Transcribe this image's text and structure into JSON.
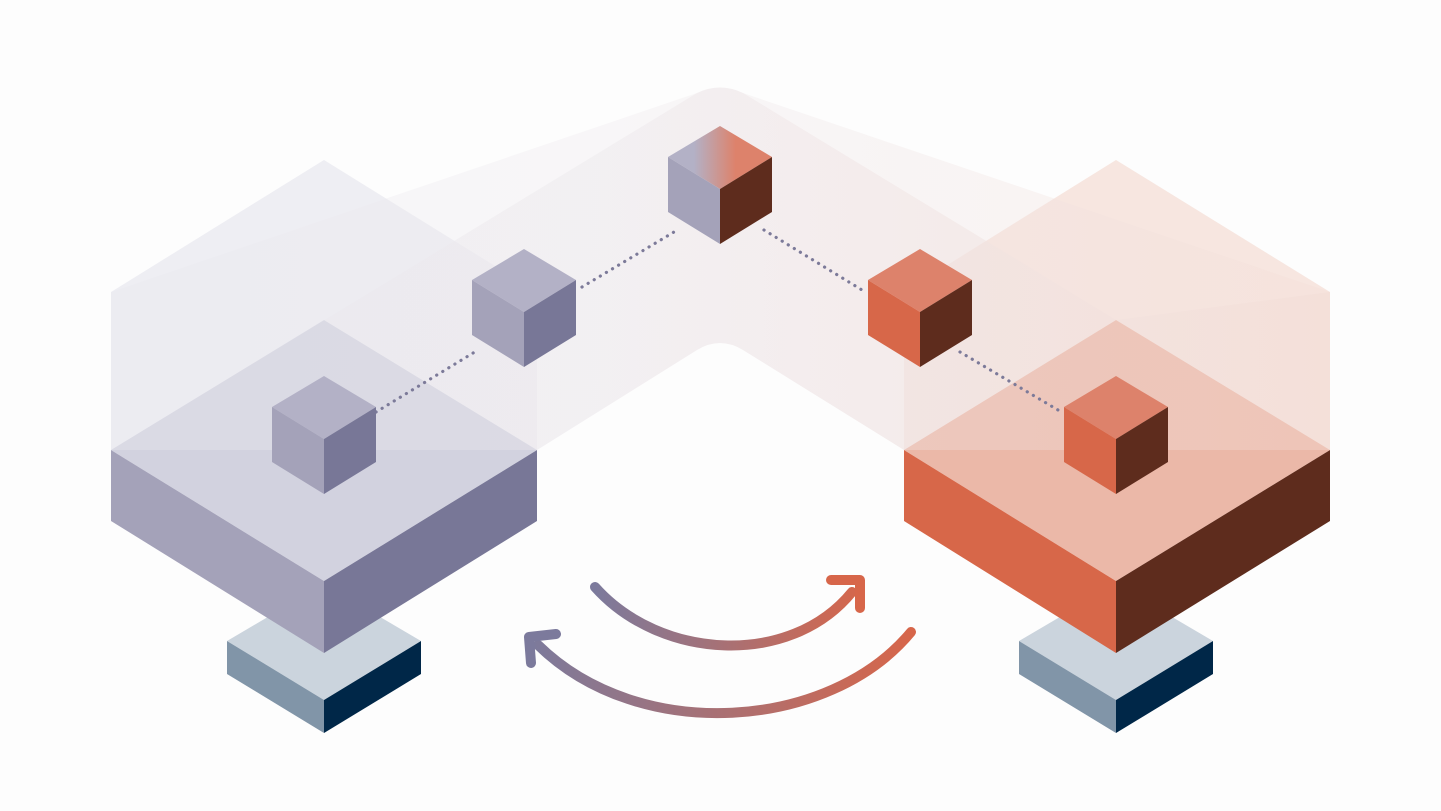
{
  "colors": {
    "background": "#fdfdfd",
    "purple_top": "#b3b1c6",
    "purple_left": "#a4a2b9",
    "purple_right": "#787797",
    "orange_top": "#dd826b",
    "orange_left": "#d76749",
    "orange_right": "#5e2c1d",
    "pedestal_top": "#cbd4dd",
    "pedestal_left": "#8195a8",
    "pedestal_right": "#002748",
    "link_dots": "#7c7a99"
  },
  "nodes": [
    {
      "id": "left-platform-cube",
      "palette": "purple"
    },
    {
      "id": "mid-left-cube",
      "palette": "purple"
    },
    {
      "id": "top-bridge-cube",
      "palette": "mixed"
    },
    {
      "id": "mid-right-cube",
      "palette": "orange"
    },
    {
      "id": "right-platform-cube",
      "palette": "orange"
    }
  ],
  "platforms": [
    {
      "id": "left-platform",
      "palette": "purple"
    },
    {
      "id": "right-platform",
      "palette": "orange"
    }
  ],
  "arrows": [
    {
      "id": "arrow-to-right",
      "direction": "left-to-right"
    },
    {
      "id": "arrow-to-left",
      "direction": "right-to-left"
    }
  ]
}
